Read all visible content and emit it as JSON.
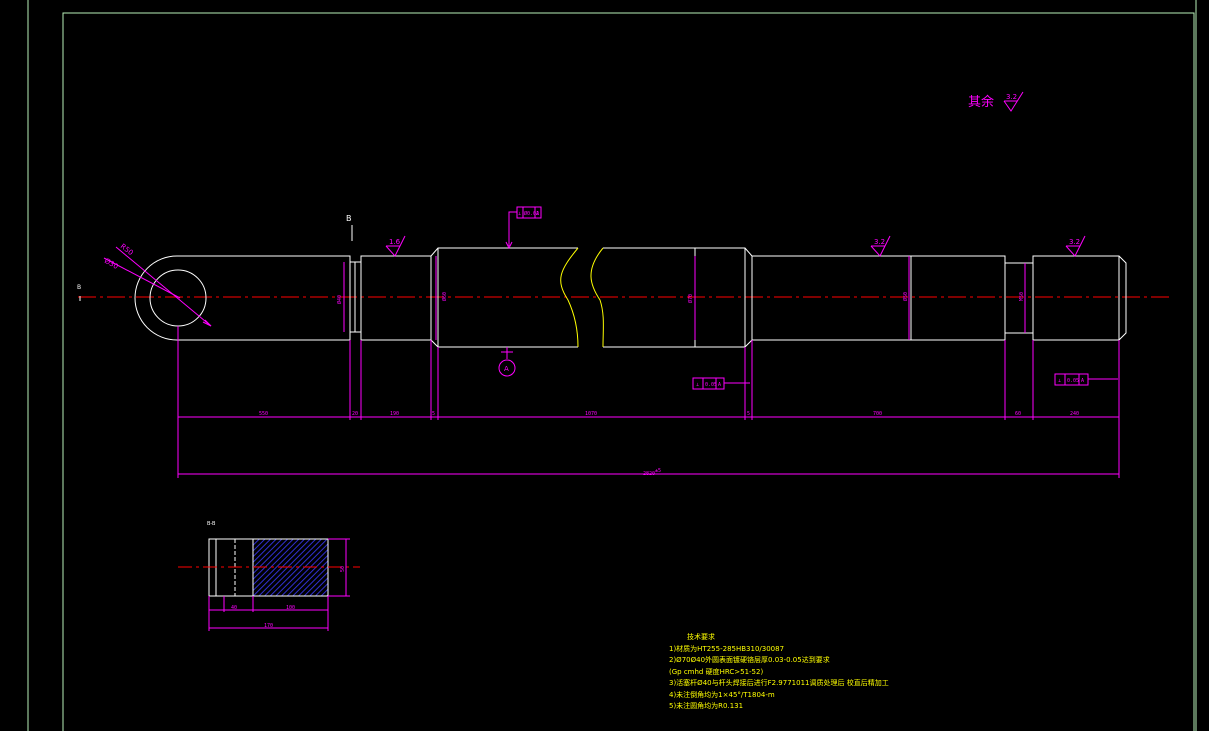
{
  "colors": {
    "background": "#000000",
    "outline": "#ffffff",
    "dimension": "#ff00ff",
    "centerline": "#ff0000",
    "annotation": "#ffff00",
    "frame": "#b8f0b8",
    "hatch": "#3030d0"
  },
  "roughness": {
    "other_label": "其余",
    "other_value": "3.2",
    "neck_value": "1.6",
    "journal_value": "3.2",
    "thread_value": "3.2"
  },
  "datums": {
    "section_mark_top": "B",
    "section_mark_left": "B",
    "datum_label": "A",
    "section_view_label": "B-B"
  },
  "tolerance_frames": {
    "top": [
      "⊥",
      "Ø0.02",
      "A"
    ],
    "mid": [
      "⊥",
      "0.05",
      "A"
    ],
    "right": [
      "⊥",
      "0.05",
      "A"
    ]
  },
  "dimensions": {
    "eye_r1": "R50",
    "eye_r2": "Ø30",
    "seg_eye": "550",
    "seg_gap": "20",
    "seg_neck": "190",
    "seg_step": "5",
    "seg_body": "1070",
    "seg_step2": "5",
    "seg_journal": "700",
    "seg_groove": "60",
    "seg_thread": "240",
    "overall_upper": "±5",
    "overall_lower": "2820",
    "dia_neck": "Ø40",
    "dia_body": "Ø60",
    "dia_shoulder": "Ø70",
    "dia_journal": "Ø50",
    "dia_thread": "M50",
    "sec_a": "40",
    "sec_b": "100",
    "sec_total": "170",
    "sec_height": "50"
  },
  "notes": {
    "title": "技术要求",
    "lines": [
      "1)材质为HT255-285HB310/30087",
      "2)Ø70Ø40外圆表面镀硬铬层厚0.03-0.05达到要求",
      "(Gp cmhd 硬度HRC>51-52)",
      "3)活塞杆Ø40与杆头焊接后进行F2.9771011调质处理后 校直后精加工",
      "4)未注倒角均为1×45°/T1804-m",
      "5)未注圆角均为R0.131"
    ]
  }
}
